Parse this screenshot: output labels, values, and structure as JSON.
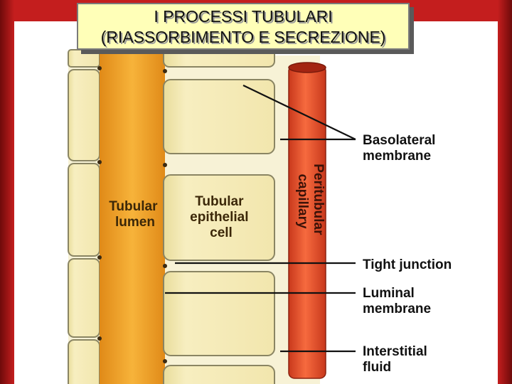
{
  "title": {
    "line1": "I PROCESSI TUBULARI",
    "line2": "(RIASSORBIMENTO E SECREZIONE)"
  },
  "labels": {
    "tubular_lumen": [
      "Tubular",
      "lumen"
    ],
    "epithelial_cell": [
      "Tubular",
      "epithelial",
      "cell"
    ],
    "capillary": [
      "Peritubular",
      "capillary"
    ],
    "basolateral": [
      "Basolateral",
      "membrane"
    ],
    "tight_junction": [
      "Tight junction"
    ],
    "luminal": [
      "Luminal",
      "membrane"
    ],
    "interstitial": [
      "Interstitial",
      "fluid"
    ]
  },
  "colors": {
    "lumen": "#f0a326",
    "cell_fill": "#f5eab5",
    "cell_border": "#8a8563",
    "interstitial": "#f7f2d6",
    "capillary": "#ee5a32",
    "title_bg": "#ffffb8",
    "frame": "#c41e1e"
  }
}
